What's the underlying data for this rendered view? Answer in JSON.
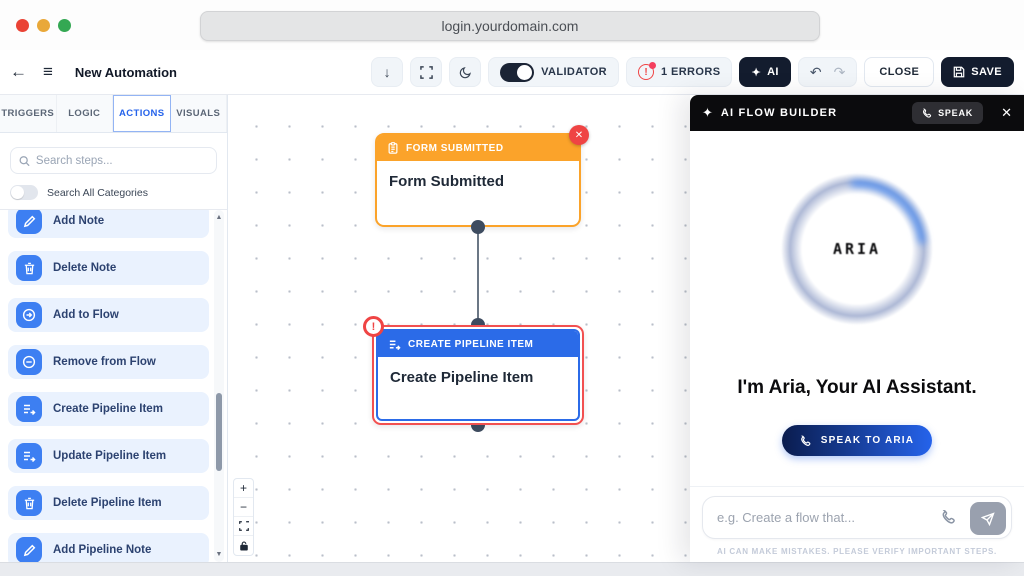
{
  "browser": {
    "url": "login.yourdomain.com"
  },
  "toolbar": {
    "title": "New Automation",
    "validator_label": "VALIDATOR",
    "errors_label": "1 ERRORS",
    "ai_label": "AI",
    "close_label": "CLOSE",
    "save_label": "SAVE"
  },
  "icons": {
    "back": "←",
    "menu": "≡",
    "download": "↓",
    "undo": "↶",
    "redo": "↷",
    "close_x": "✕",
    "sparkle": "✦",
    "error_mark": "!",
    "zoom_in": "+",
    "zoom_out": "−",
    "scroll_up": "▲",
    "scroll_down": "▼"
  },
  "sidebar": {
    "tabs": [
      {
        "label": "TRIGGERS"
      },
      {
        "label": "LOGIC"
      },
      {
        "label": "ACTIONS"
      },
      {
        "label": "VISUALS"
      }
    ],
    "search_placeholder": "Search steps...",
    "toggle_label": "Search All Categories",
    "items": [
      {
        "label": "Add Note",
        "icon": "pencil-icon"
      },
      {
        "label": "Delete Note",
        "icon": "trash-icon"
      },
      {
        "label": "Add to Flow",
        "icon": "arrow-circle-icon"
      },
      {
        "label": "Remove from Flow",
        "icon": "minus-circle-icon"
      },
      {
        "label": "Create Pipeline Item",
        "icon": "pipeline-arrow-icon"
      },
      {
        "label": "Update Pipeline Item",
        "icon": "pipeline-arrow-icon"
      },
      {
        "label": "Delete Pipeline Item",
        "icon": "trash-icon"
      },
      {
        "label": "Add Pipeline Note",
        "icon": "pencil-icon"
      }
    ]
  },
  "canvas": {
    "nodes": [
      {
        "header": "FORM SUBMITTED",
        "body": "Form Submitted",
        "accent": "#FBA32A"
      },
      {
        "header": "CREATE PIPELINE ITEM",
        "body": "Create Pipeline Item",
        "accent": "#2B6BE8",
        "error": true
      }
    ]
  },
  "ai_panel": {
    "title": "AI FLOW BUILDER",
    "speak_label": "SPEAK",
    "logo_text": "ARIA",
    "headline": "I'm Aria, Your AI Assistant.",
    "cta_label": "SPEAK TO ARIA",
    "input_placeholder": "e.g. Create a flow that...",
    "disclaimer": "AI CAN MAKE MISTAKES. PLEASE VERIFY IMPORTANT STEPS."
  },
  "colors": {
    "accent_blue": "#2563EB",
    "error_red": "#EF4444",
    "node_orange": "#FBA32A",
    "dark_navy": "#131C2E"
  }
}
